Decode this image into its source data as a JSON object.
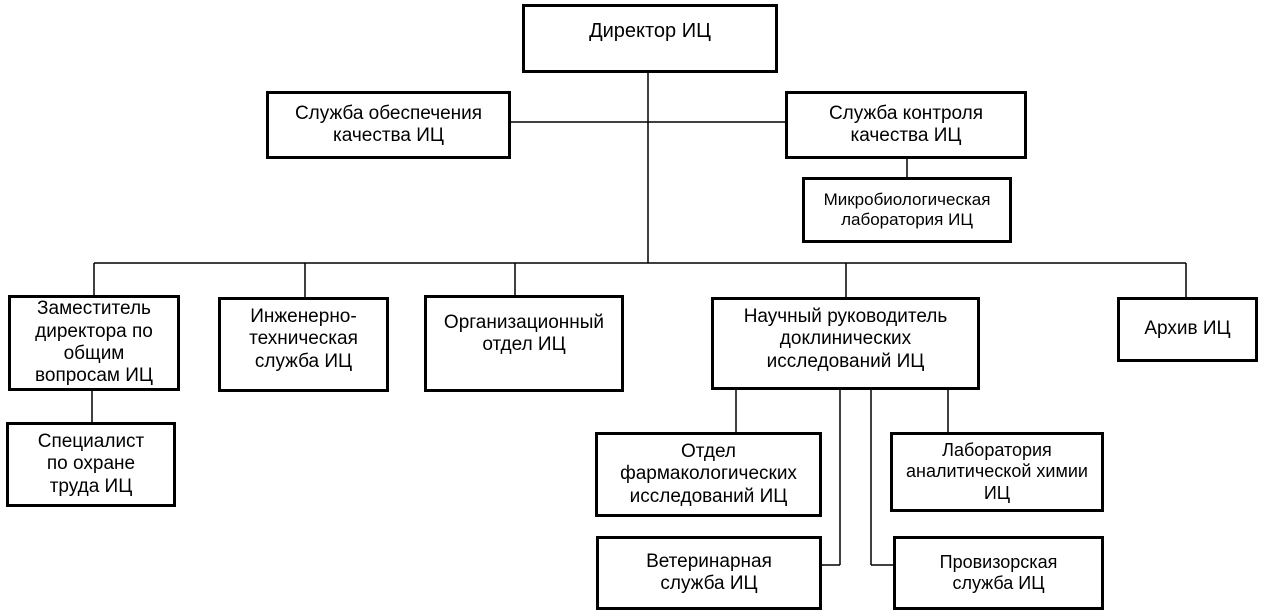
{
  "org_chart": {
    "director": "Директор  ИЦ",
    "quality_assurance": "Служба обеспечения\nкачества ИЦ",
    "quality_control": "Служба контроля\nкачества ИЦ",
    "microbiology_lab": "Микробиологическая\nлаборатория ИЦ",
    "deputy_director": "Заместитель\nдиректора по\nобщим\nвопросам ИЦ",
    "safety_specialist": "Специалист\nпо охране\nтруда ИЦ",
    "engineering_service": "Инженерно-\nтехническая\nслужба ИЦ",
    "organizational_dept": "Организационный\nотдел ИЦ",
    "scientific_supervisor": "Научный руководитель\nдоклинических\nисследований ИЦ",
    "archive": "Архив ИЦ",
    "pharmacology_dept": "Отдел\nфармакологических\nисследований ИЦ",
    "analytical_chem_lab": "Лаборатория\nаналитической  химии\nИЦ",
    "veterinary_service": "Ветеринарная\nслужба ИЦ",
    "pharmacist_service": "Провизорская\nслужба ИЦ"
  }
}
